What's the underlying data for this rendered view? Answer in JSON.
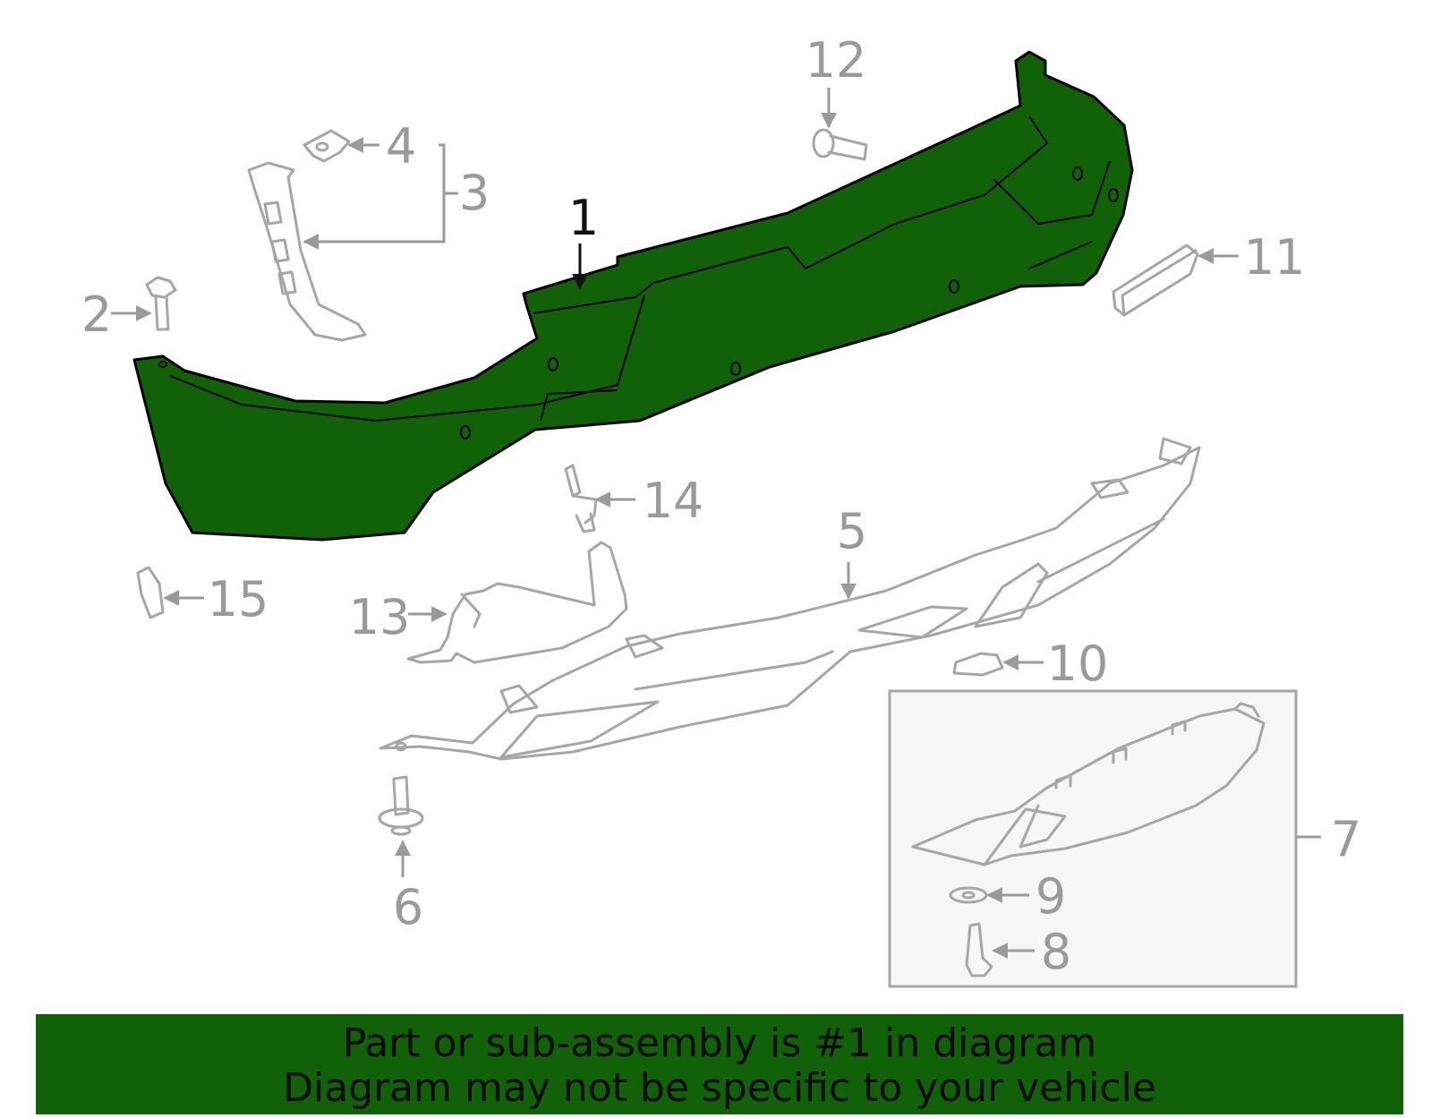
{
  "callouts": {
    "c1": "1",
    "c2": "2",
    "c3": "3",
    "c4": "4",
    "c5": "5",
    "c6": "6",
    "c7": "7",
    "c8": "8",
    "c9": "9",
    "c10": "10",
    "c11": "11",
    "c12": "12",
    "c13": "13",
    "c14": "14",
    "c15": "15"
  },
  "banner": {
    "line1": "Part or sub-assembly is #1 in diagram",
    "line2": "Diagram may not be specific to your vehicle"
  },
  "colors": {
    "highlight": "#116108",
    "outline": "#a6a6a6",
    "callout_text": "#9a9a9a",
    "banner_background": "#116108"
  }
}
